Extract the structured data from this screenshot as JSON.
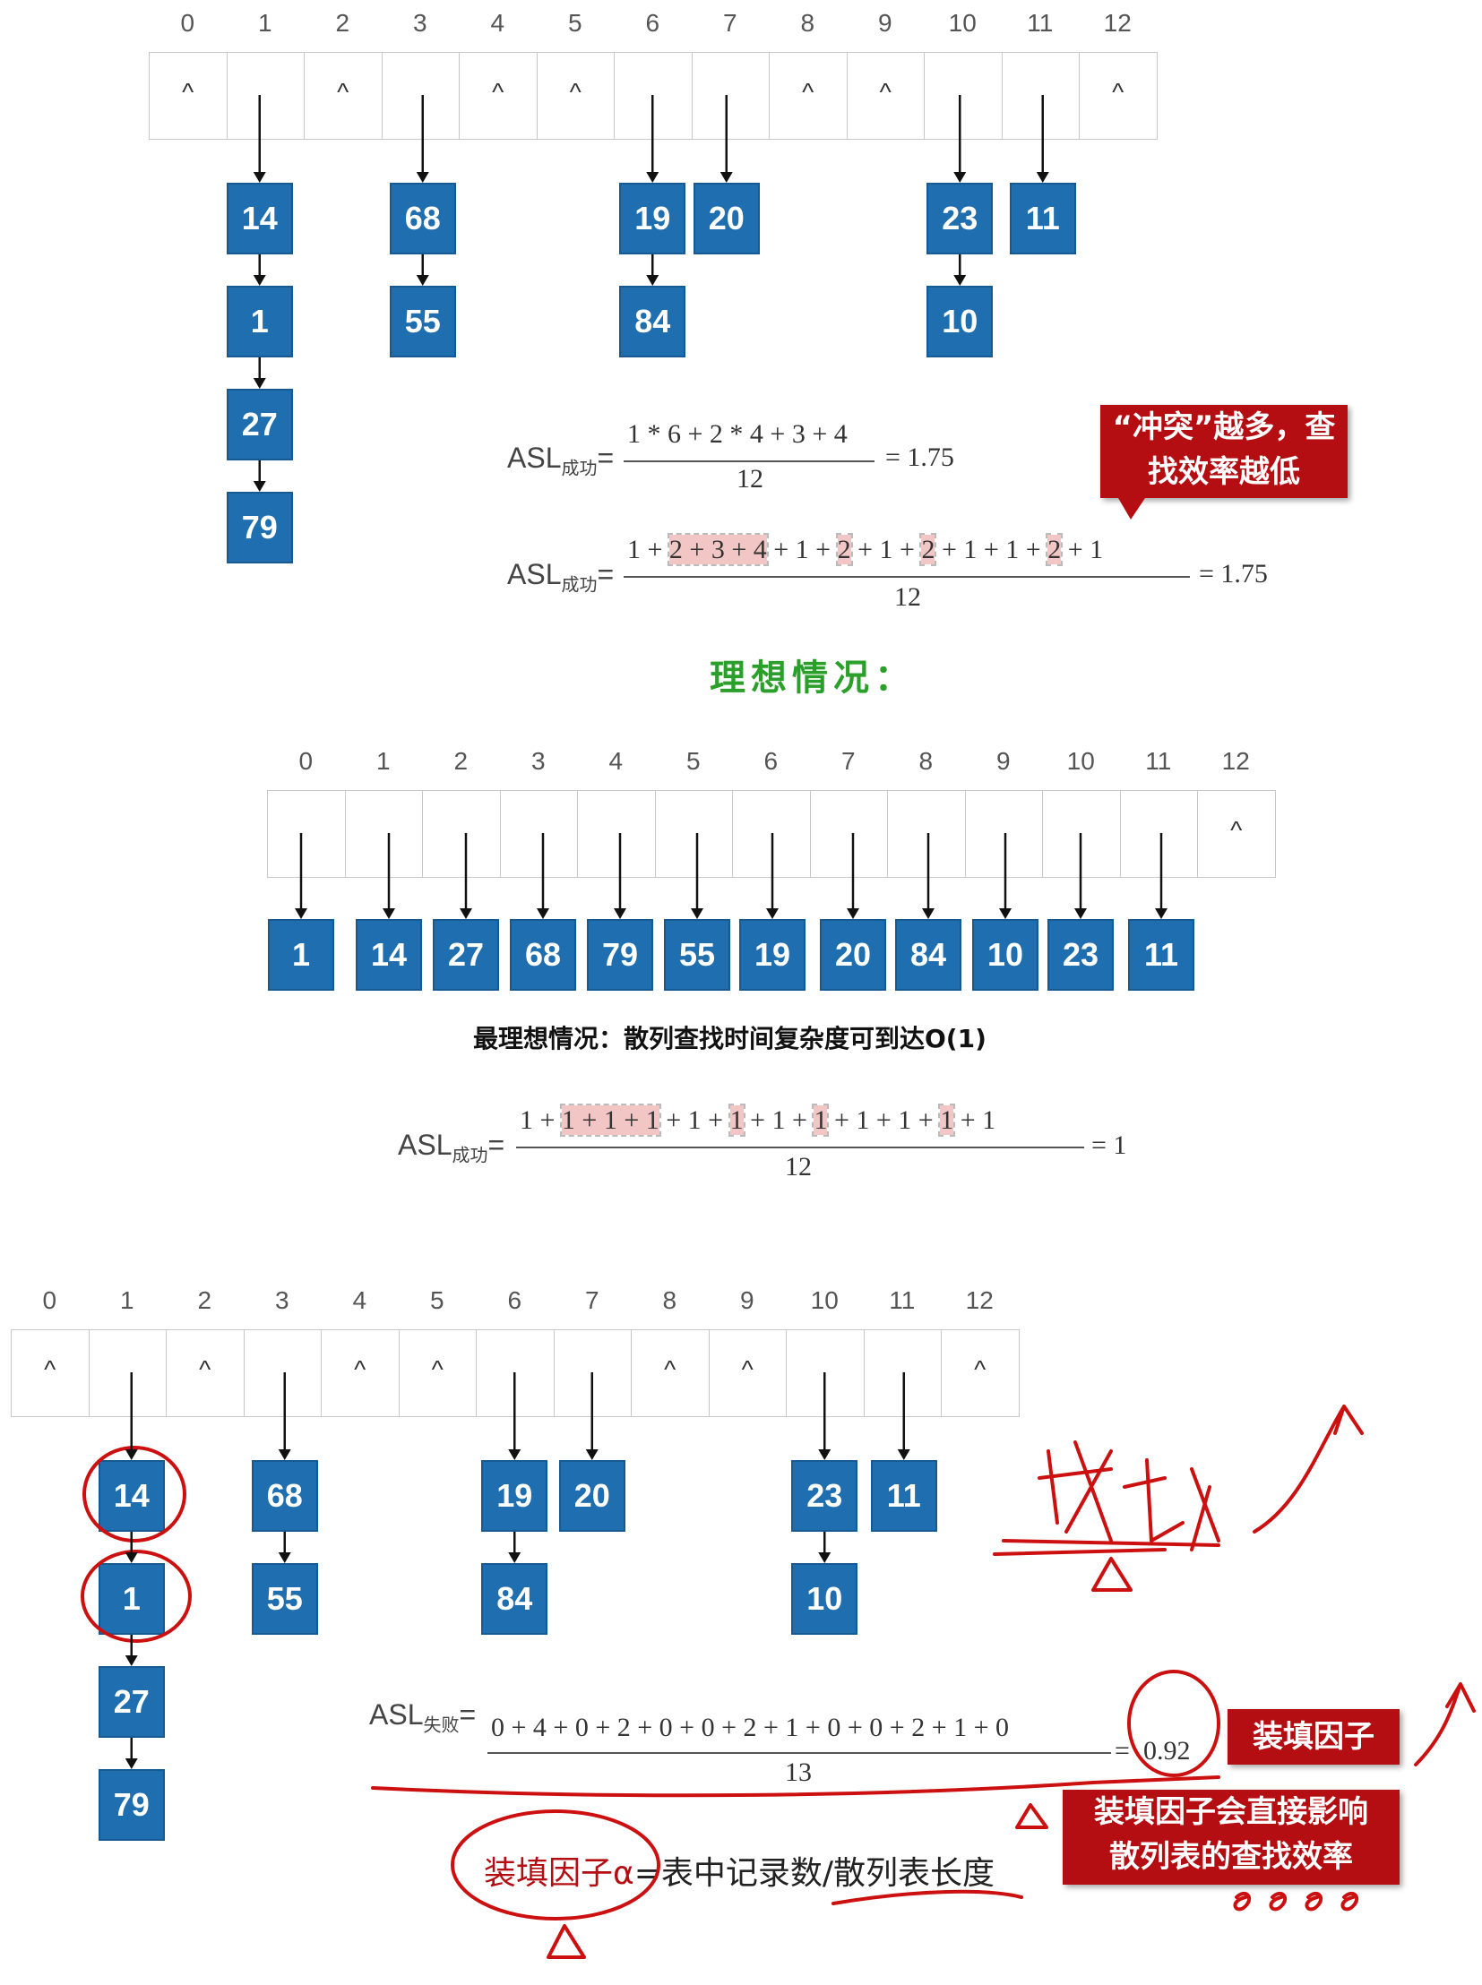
{
  "index_labels": [
    "0",
    "1",
    "2",
    "3",
    "4",
    "5",
    "6",
    "7",
    "8",
    "9",
    "10",
    "11",
    "12"
  ],
  "null_symbol": "^",
  "table1": {
    "chains": [
      {
        "slot": 1,
        "keys": [
          "14",
          "1",
          "27",
          "79"
        ]
      },
      {
        "slot": 3,
        "keys": [
          "68",
          "55"
        ]
      },
      {
        "slot": 6,
        "keys": [
          "19",
          "84"
        ]
      },
      {
        "slot": 7,
        "keys": [
          "20"
        ]
      },
      {
        "slot": 10,
        "keys": [
          "23",
          "10"
        ]
      },
      {
        "slot": 11,
        "keys": [
          "11"
        ]
      }
    ]
  },
  "formula1": {
    "asl_main": "ASL",
    "asl_sub": "成功",
    "eq": "=",
    "numerator": "1 * 6 + 2 * 4 + 3 + 4",
    "denominator": "12",
    "result": "= 1.75"
  },
  "formula2": {
    "asl_main": "ASL",
    "asl_sub": "成功",
    "eq": "=",
    "numerator_parts": [
      "1 + ",
      "2 + 3 + 4",
      " + 1 + ",
      "2",
      " + 1 + ",
      "2",
      " + 1 + 1 + ",
      "2",
      " + 1"
    ],
    "denominator": "12",
    "result": "= 1.75"
  },
  "callout_conflict": {
    "line1": "“冲突”越多，查",
    "line2": "找效率越低"
  },
  "ideal_title": "理想情况：",
  "table2": {
    "keys": [
      "1",
      "14",
      "27",
      "68",
      "79",
      "55",
      "19",
      "20",
      "84",
      "10",
      "23",
      "11"
    ]
  },
  "ideal_caption": "最理想情况：散列查找时间复杂度可到达O(1)",
  "formula3": {
    "asl_main": "ASL",
    "asl_sub": "成功",
    "eq": "=",
    "numerator_parts": [
      "1 + ",
      "1 + 1 + 1",
      " + 1 + ",
      "1",
      " + 1 + ",
      "1",
      " + 1 + 1 + ",
      "1",
      " + 1"
    ],
    "denominator": "12",
    "result": "= 1"
  },
  "table3": {
    "chains": [
      {
        "slot": 1,
        "keys": [
          "14",
          "1",
          "27",
          "79"
        ]
      },
      {
        "slot": 3,
        "keys": [
          "68",
          "55"
        ]
      },
      {
        "slot": 6,
        "keys": [
          "19",
          "84"
        ]
      },
      {
        "slot": 7,
        "keys": [
          "20"
        ]
      },
      {
        "slot": 10,
        "keys": [
          "23",
          "10"
        ]
      },
      {
        "slot": 11,
        "keys": [
          "11"
        ]
      }
    ]
  },
  "formula4": {
    "asl_main": "ASL",
    "asl_sub": "失败",
    "eq": "=",
    "numerator": "0 + 4 + 0 + 2 + 0 + 0 + 2 + 1 + 0 + 0 + 2 + 1 + 0",
    "denominator": "13",
    "result_eq": "=",
    "result": "0.92"
  },
  "callout_load_factor": "装填因子",
  "callout_impact": {
    "line1": "装填因子会直接影响",
    "line2": "散列表的查找效率"
  },
  "definition": {
    "term": "装填因子α",
    "rest": "=表中记录数/散列表长度"
  },
  "handwriting": {
    "word": "成功",
    "marks": "δδδδ"
  },
  "colors": {
    "node_blue": "#1f6fb0",
    "callout_red": "#b40e12",
    "ink_red": "#cc1010",
    "highlight": "#f3c6c6",
    "title_green": "#2aa02a"
  }
}
